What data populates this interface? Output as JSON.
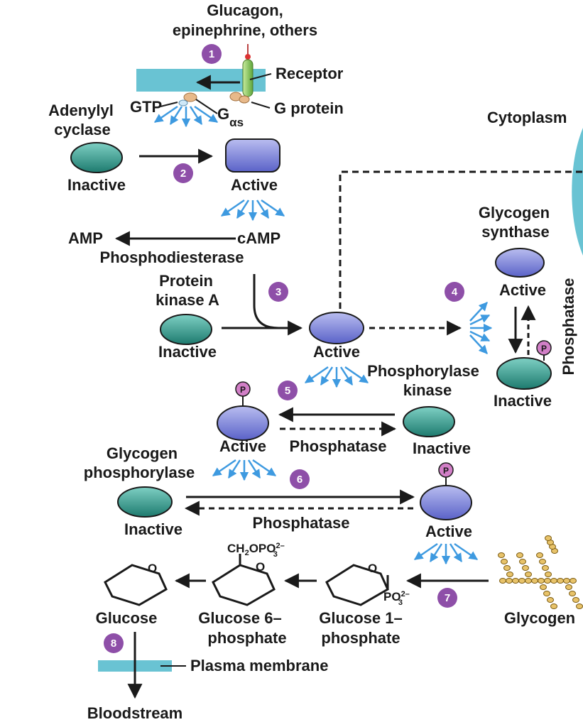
{
  "colors": {
    "membrane": "#69c3d3",
    "active_enzyme": "#7f86dc",
    "inactive_enzyme": "#2e9a8c",
    "step_circle": "#8e4fa8",
    "phosphate": "#d27fc7",
    "spray_arrow": "#3e9ae0",
    "gprotein": "#e8b98a",
    "receptor": "#9ad06a"
  },
  "signal": {
    "line1": "Glucagon,",
    "line2": "epinephrine, others"
  },
  "labels": {
    "receptor": "Receptor",
    "gtp": "GTP",
    "g_alpha_s": "G",
    "g_alpha_s_sub": "αs",
    "g_protein": "G protein",
    "cytoplasm": "Cytoplasm",
    "adenylyl_cyclase_1": "Adenylyl",
    "adenylyl_cyclase_2": "cyclase",
    "inactive": "Inactive",
    "active": "Active",
    "amp": "AMP",
    "camp": "cAMP",
    "phosphodiesterase": "Phosphodiesterase",
    "pka_1": "Protein",
    "pka_2": "kinase A",
    "glycogen_synthase_1": "Glycogen",
    "glycogen_synthase_2": "synthase",
    "phosphatase": "Phosphatase",
    "phosphorylase_kinase_1": "Phosphorylase",
    "phosphorylase_kinase_2": "kinase",
    "glycogen_phosphorylase_1": "Glycogen",
    "glycogen_phosphorylase_2": "phosphorylase",
    "glucose": "Glucose",
    "glucose6p_1": "Glucose 6–",
    "glucose6p_2": "phosphate",
    "glucose1p_1": "Glucose 1–",
    "glucose1p_2": "phosphate",
    "glycogen": "Glycogen",
    "plasma_membrane": "Plasma membrane",
    "bloodstream": "Bloodstream",
    "p": "P",
    "ring_o": "O",
    "ch2opo3": "CH",
    "ch2opo3_2": "2",
    "ch2opo3_3": "OPO",
    "po3": "PO",
    "charge_3": "3",
    "charge_2minus": "2–"
  },
  "steps": [
    "1",
    "2",
    "3",
    "4",
    "5",
    "6",
    "7",
    "8"
  ],
  "icons": {
    "spray": "blue-spray-arrows-icon",
    "receptor": "transmembrane-receptor-icon",
    "phospho": "phosphate-group-icon"
  }
}
